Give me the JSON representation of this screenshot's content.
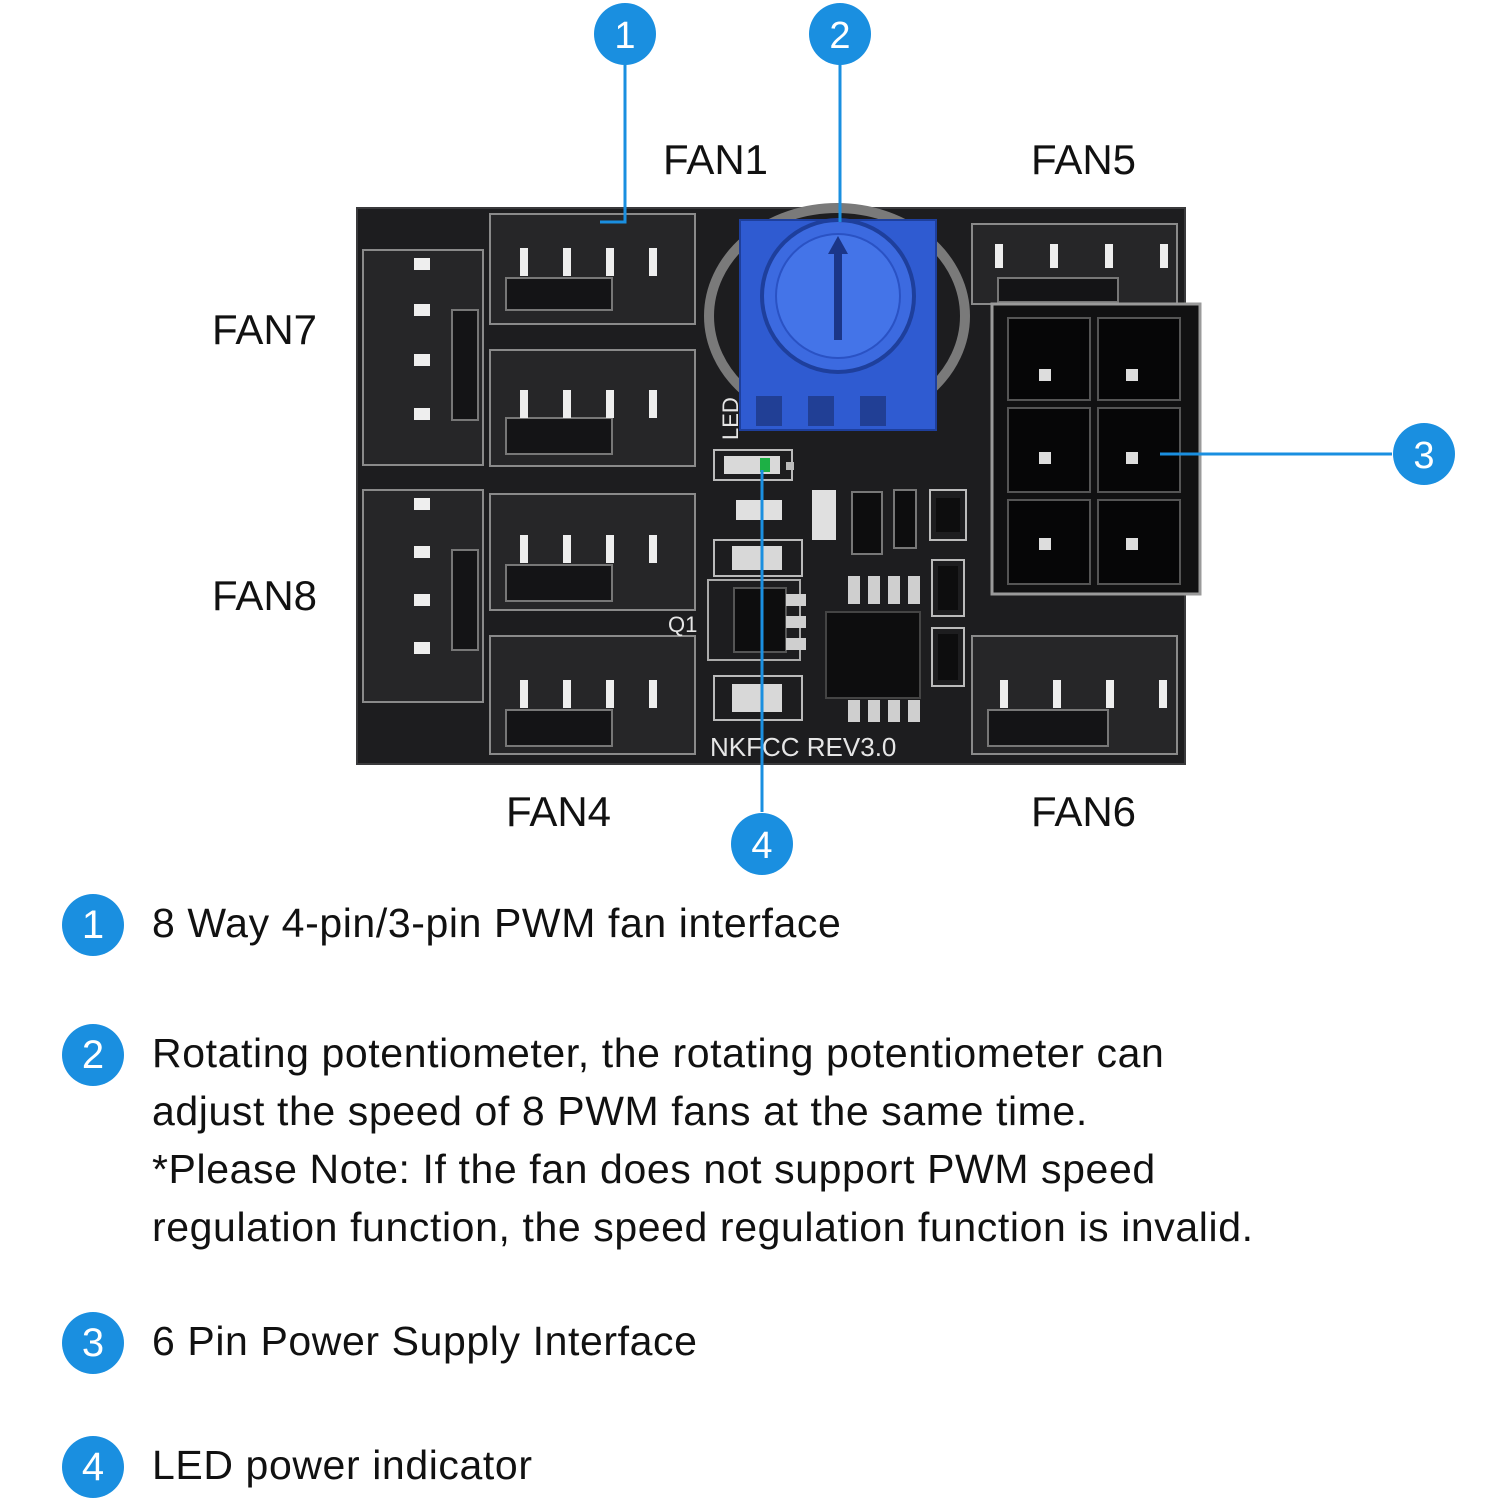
{
  "colors": {
    "accent": "#1a8fe0",
    "pcb": "#1d1d1f",
    "potentiometer": "#2f5bd1"
  },
  "fan_labels": {
    "fan1": "FAN1",
    "fan5": "FAN5",
    "fan7": "FAN7",
    "fan8": "FAN8",
    "fan4": "FAN4",
    "fan6": "FAN6"
  },
  "board": {
    "silkscreen_model": "NKFCC REV3.0",
    "silkscreen_led": "LED",
    "silkscreen_q1": "Q1"
  },
  "callouts": [
    "1",
    "2",
    "3",
    "4"
  ],
  "legend": [
    {
      "number": "1",
      "lines": [
        "8 Way 4-pin/3-pin PWM fan interface"
      ]
    },
    {
      "number": "2",
      "lines": [
        "Rotating potentiometer, the rotating potentiometer can",
        "adjust the speed of 8 PWM fans at the same time.",
        "*Please Note: If the fan does not support PWM speed",
        "regulation function, the speed regulation function is invalid."
      ]
    },
    {
      "number": "3",
      "lines": [
        "6 Pin Power Supply Interface"
      ]
    },
    {
      "number": "4",
      "lines": [
        "LED power indicator"
      ]
    }
  ]
}
